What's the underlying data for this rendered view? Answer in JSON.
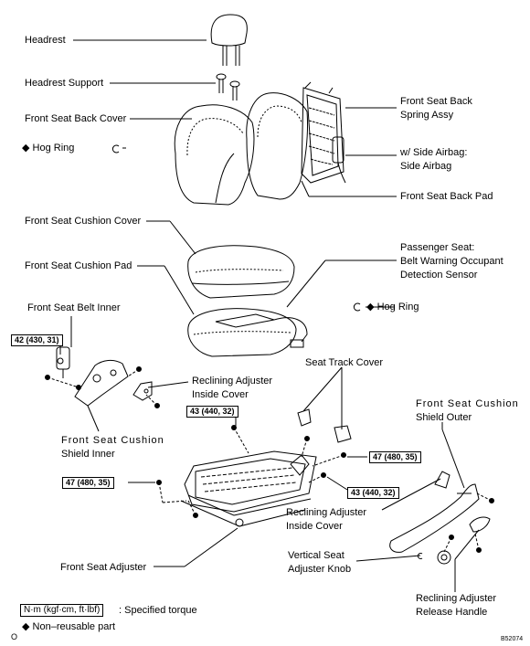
{
  "labels": {
    "headrest": "Headrest",
    "headrest_support": "Headrest Support",
    "back_cover": "Front Seat Back Cover",
    "hog_ring_1": "Hog Ring",
    "spring_line1": "Front Seat Back",
    "spring_line2": "Spring Assy",
    "airbag_line1": "w/ Side Airbag:",
    "airbag_line2": "Side Airbag",
    "back_pad": "Front Seat Back Pad",
    "cushion_cover": "Front Seat Cushion Cover",
    "passenger_line1": "Passenger Seat:",
    "passenger_line2": "Belt Warning Occupant",
    "passenger_line3": "Detection Sensor",
    "cushion_pad": "Front Seat Cushion Pad",
    "belt_inner": "Front Seat Belt Inner",
    "hog_ring_2": "Hog Ring",
    "seat_track_cover": "Seat Track Cover",
    "recl_inside_1_line1": "Reclining Adjuster",
    "recl_inside_1_line2": "Inside Cover",
    "shield_outer_line1": "Front Seat Cushion",
    "shield_outer_line2": "Shield Outer",
    "shield_inner_line1": "Front Seat Cushion",
    "shield_inner_line2": "Shield Inner",
    "recl_inside_2_line1": "Reclining Adjuster",
    "recl_inside_2_line2": "Inside Cover",
    "seat_adjuster": "Front Seat Adjuster",
    "vertical_knob_line1": "Vertical Seat",
    "vertical_knob_line2": "Adjuster Knob",
    "release_line1": "Reclining Adjuster",
    "release_line2": "Release Handle"
  },
  "torques": {
    "t1": "42 (430, 31)",
    "t2": "43 (440, 32)",
    "t3": "47 (480, 35)",
    "t4": "47 (480, 35)",
    "t5": "43 (440, 32)"
  },
  "legend": {
    "torque_box": "N·m (kgf·cm, ft·lbf)",
    "torque_text": ": Specified torque",
    "nonreuse": "Non–reusable part",
    "diamond": "◆",
    "corner": "O"
  },
  "figure_code": "B52074"
}
